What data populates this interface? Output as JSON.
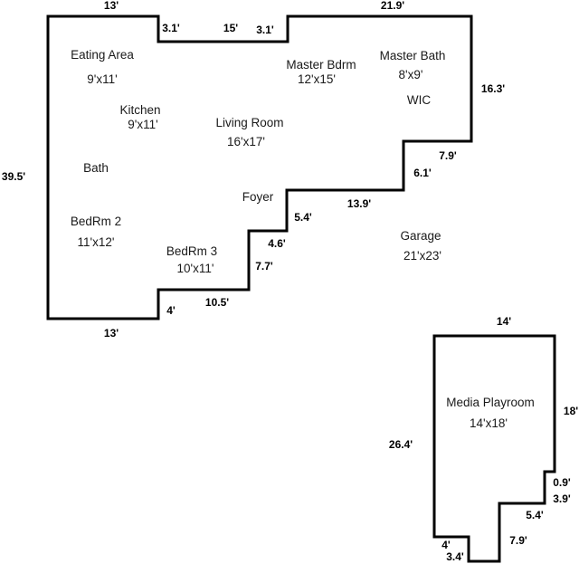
{
  "main_plan": {
    "rooms": [
      {
        "name": "Eating Area",
        "size": "9'x11'"
      },
      {
        "name": "Kitchen",
        "size": "9'x11'"
      },
      {
        "name": "Bath",
        "size": ""
      },
      {
        "name": "BedRm 2",
        "size": "11'x12'"
      },
      {
        "name": "BedRm 3",
        "size": "10'x11'"
      },
      {
        "name": "Living Room",
        "size": "16'x17'"
      },
      {
        "name": "Foyer",
        "size": ""
      },
      {
        "name": "Master Bdrm",
        "size": "12'x15'"
      },
      {
        "name": "Master Bath",
        "size": "8'x9'"
      },
      {
        "name": "WIC",
        "size": ""
      },
      {
        "name": "Garage",
        "size": "21'x23'"
      }
    ],
    "dimensions": [
      "13'",
      "3.1'",
      "15'",
      "3.1'",
      "21.9'",
      "16.3'",
      "39.5'",
      "7.9'",
      "6.1'",
      "13.9'",
      "5.4'",
      "4.6'",
      "7.7'",
      "10.5'",
      "4'",
      "13'"
    ]
  },
  "annex_plan": {
    "rooms": [
      {
        "name": "Media Playroom",
        "size": "14'x18'"
      }
    ],
    "dimensions": [
      "14'",
      "18'",
      "26.4'",
      "0.9'",
      "3.9'",
      "5.4'",
      "7.9'",
      "4'",
      "3.4'"
    ]
  }
}
